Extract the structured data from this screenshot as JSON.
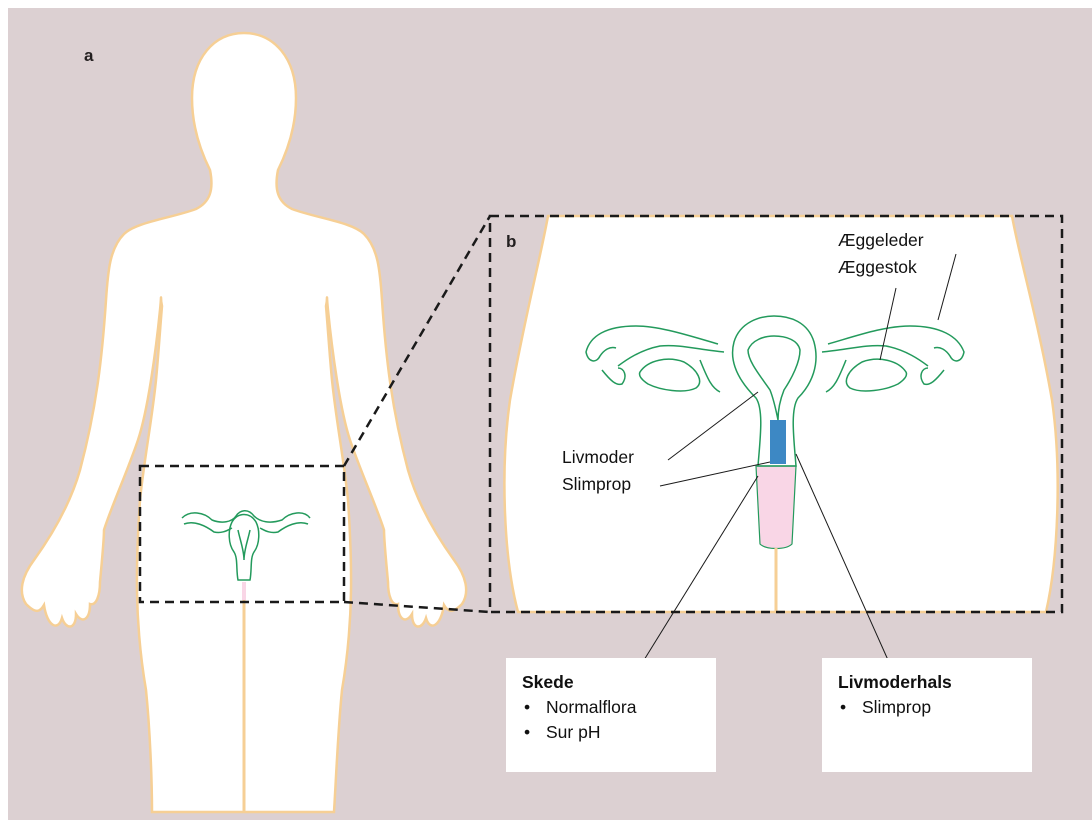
{
  "colors": {
    "background": "#dcd0d2",
    "body_fill": "#ffffff",
    "body_outline": "#f6cf95",
    "organ_outline": "#239a5c",
    "mucus_plug": "#3d88c4",
    "vagina_fill": "#f9d6e6",
    "dashed_frame": "#1a1a1a"
  },
  "panels": {
    "a": "a",
    "b": "b"
  },
  "labels": {
    "aeggeleder": "Æggeleder",
    "aeggestok": "Æggestok",
    "livmoder": "Livmoder",
    "slimprop": "Slimprop"
  },
  "boxes": {
    "skede": {
      "heading": "Skede",
      "items": [
        "Normalflora",
        "Sur pH"
      ]
    },
    "livmoderhals": {
      "heading": "Livmoderhals",
      "items": [
        "Slimprop"
      ]
    }
  }
}
